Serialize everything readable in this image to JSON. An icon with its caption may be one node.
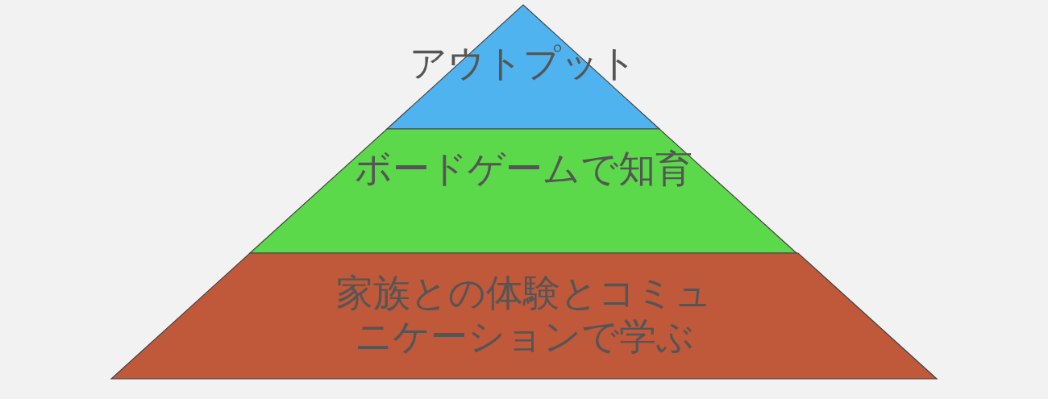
{
  "diagram": {
    "nodes": [
      {
        "text": [
          "アウトプット"
        ]
      },
      {
        "text": [
          "ボードゲームで知育"
        ]
      },
      {
        "text": [
          "家族との体験とコミュニケーションで学ぶ"
        ]
      }
    ]
  }
}
